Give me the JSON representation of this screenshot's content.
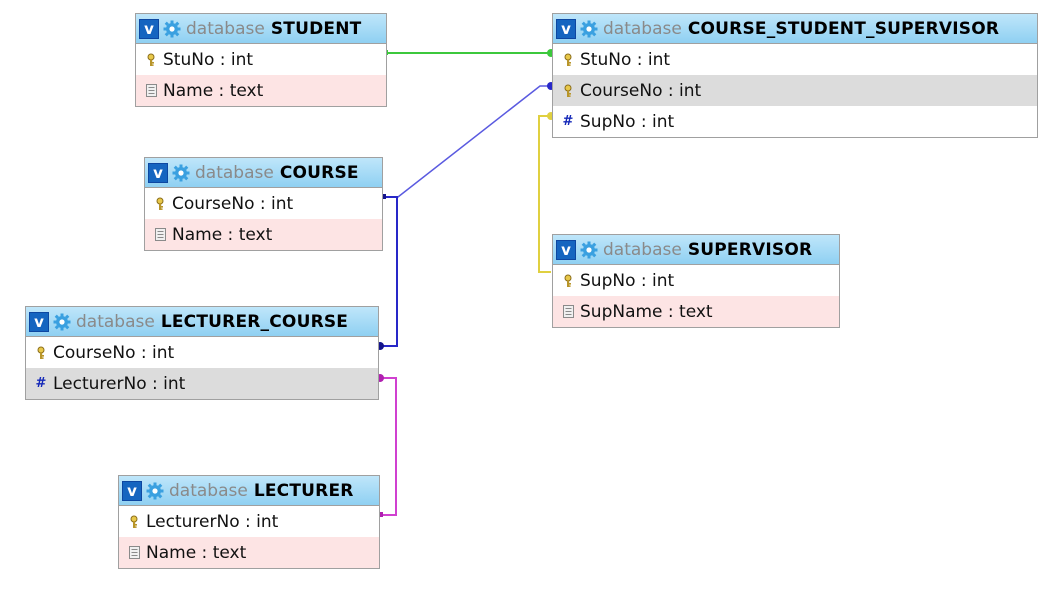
{
  "db_label": "database",
  "tables": [
    {
      "id": "student",
      "name": "STUDENT",
      "fields": [
        {
          "text": "StuNo : int",
          "icon": "key-icon",
          "shade": "even"
        },
        {
          "text": "Name : text",
          "icon": "text-field-icon",
          "shade": "odd"
        }
      ]
    },
    {
      "id": "css",
      "name": "COURSE_STUDENT_SUPERVISOR",
      "fields": [
        {
          "text": "StuNo : int",
          "icon": "key-icon",
          "shade": "even"
        },
        {
          "text": "CourseNo : int",
          "icon": "key-icon",
          "shade": "sel"
        },
        {
          "text": "SupNo : int",
          "icon": "index-icon",
          "shade": "even"
        }
      ]
    },
    {
      "id": "course",
      "name": "COURSE",
      "fields": [
        {
          "text": "CourseNo : int",
          "icon": "key-icon",
          "shade": "even"
        },
        {
          "text": "Name : text",
          "icon": "text-field-icon",
          "shade": "odd"
        }
      ]
    },
    {
      "id": "supervisor",
      "name": "SUPERVISOR",
      "fields": [
        {
          "text": "SupNo : int",
          "icon": "key-icon",
          "shade": "even"
        },
        {
          "text": "SupName : text",
          "icon": "text-field-icon",
          "shade": "odd"
        }
      ]
    },
    {
      "id": "lecturer_course",
      "name": "LECTURER_COURSE",
      "fields": [
        {
          "text": "CourseNo : int",
          "icon": "key-icon",
          "shade": "even"
        },
        {
          "text": "LecturerNo : int",
          "icon": "index-icon",
          "shade": "sel"
        }
      ]
    },
    {
      "id": "lecturer",
      "name": "LECTURER",
      "fields": [
        {
          "text": "LecturerNo : int",
          "icon": "key-icon",
          "shade": "even"
        },
        {
          "text": "Name : text",
          "icon": "text-field-icon",
          "shade": "odd"
        }
      ]
    }
  ],
  "relations": [
    {
      "from": "student",
      "to": "css",
      "color": "#3cc83c"
    },
    {
      "from": "course",
      "to": "css",
      "color": "#5a5ae0"
    },
    {
      "from": "supervisor",
      "to": "css",
      "color": "#e0d040"
    },
    {
      "from": "course",
      "to": "lecturer_course",
      "color": "#2828c8"
    },
    {
      "from": "lecturer",
      "to": "lecturer_course",
      "color": "#d040d0"
    }
  ]
}
